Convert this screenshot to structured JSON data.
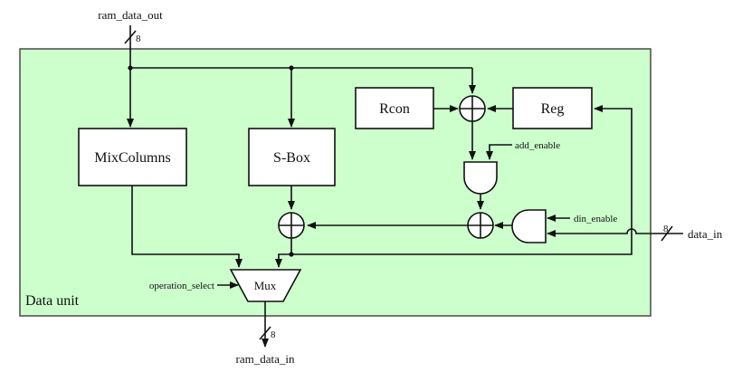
{
  "signals": {
    "ram_data_out": "ram_data_out",
    "ram_data_in": "ram_data_in",
    "data_in": "data_in",
    "add_enable": "add_enable",
    "din_enable": "din_enable",
    "operation_select": "operation_select"
  },
  "bus_widths": {
    "ram_data_out": "8",
    "ram_data_in": "8",
    "data_in": "8"
  },
  "blocks": {
    "mixcolumns": "MixColumns",
    "sbox": "S-Box",
    "rcon": "Rcon",
    "reg": "Reg",
    "mux": "Mux"
  },
  "container_label": "Data unit",
  "colors": {
    "container_fill": "#ccffcc",
    "container_stroke": "#555555",
    "line": "#111111"
  }
}
